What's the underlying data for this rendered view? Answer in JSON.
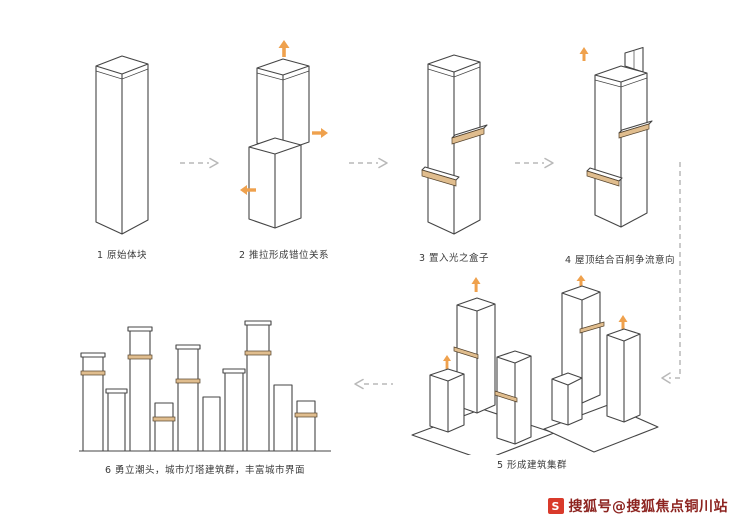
{
  "diagram": {
    "type": "architectural-massing-process",
    "background": "#ffffff"
  },
  "colors": {
    "line": "#454545",
    "accent_orange": "#efa14d",
    "slot_tan": "#e0bd8e",
    "connector_gray": "#b8b8b8",
    "caption_text": "#3a3a3a",
    "watermark_red": "#8d2420",
    "watermark_logo_bg": "#d93a2b"
  },
  "steps": [
    {
      "id": "1",
      "label": "1 原始体块",
      "accents": []
    },
    {
      "id": "2",
      "label": "2 推拉形成错位关系",
      "accents": [
        "up-arrow",
        "right-arrow",
        "left-arrow"
      ]
    },
    {
      "id": "3",
      "label": "3 置入光之盒子",
      "accents": [
        "light-box-upper",
        "light-box-lower"
      ]
    },
    {
      "id": "4",
      "label": "4 屋顶结合百舸争流意向",
      "accents": [
        "up-arrow",
        "light-box-upper",
        "light-box-lower"
      ]
    },
    {
      "id": "5",
      "label": "5 形成建筑集群",
      "accents": [
        "up-arrows",
        "light-boxes"
      ]
    },
    {
      "id": "6",
      "label": "6 勇立潮头，城市灯塔建筑群，丰富城市界面",
      "accents": [
        "light-boxes"
      ]
    }
  ],
  "connectors": [
    {
      "from": "1",
      "to": "2",
      "direction": "right",
      "style": "dashed"
    },
    {
      "from": "2",
      "to": "3",
      "direction": "right",
      "style": "dashed"
    },
    {
      "from": "3",
      "to": "4",
      "direction": "right",
      "style": "dashed"
    },
    {
      "from": "4",
      "to": "5",
      "direction": "down-then-left",
      "style": "dashed"
    },
    {
      "from": "5",
      "to": "6",
      "direction": "left",
      "style": "dashed"
    }
  ],
  "watermark": {
    "logo_glyph": "S",
    "text": "搜狐号@搜狐焦点铜川站"
  }
}
